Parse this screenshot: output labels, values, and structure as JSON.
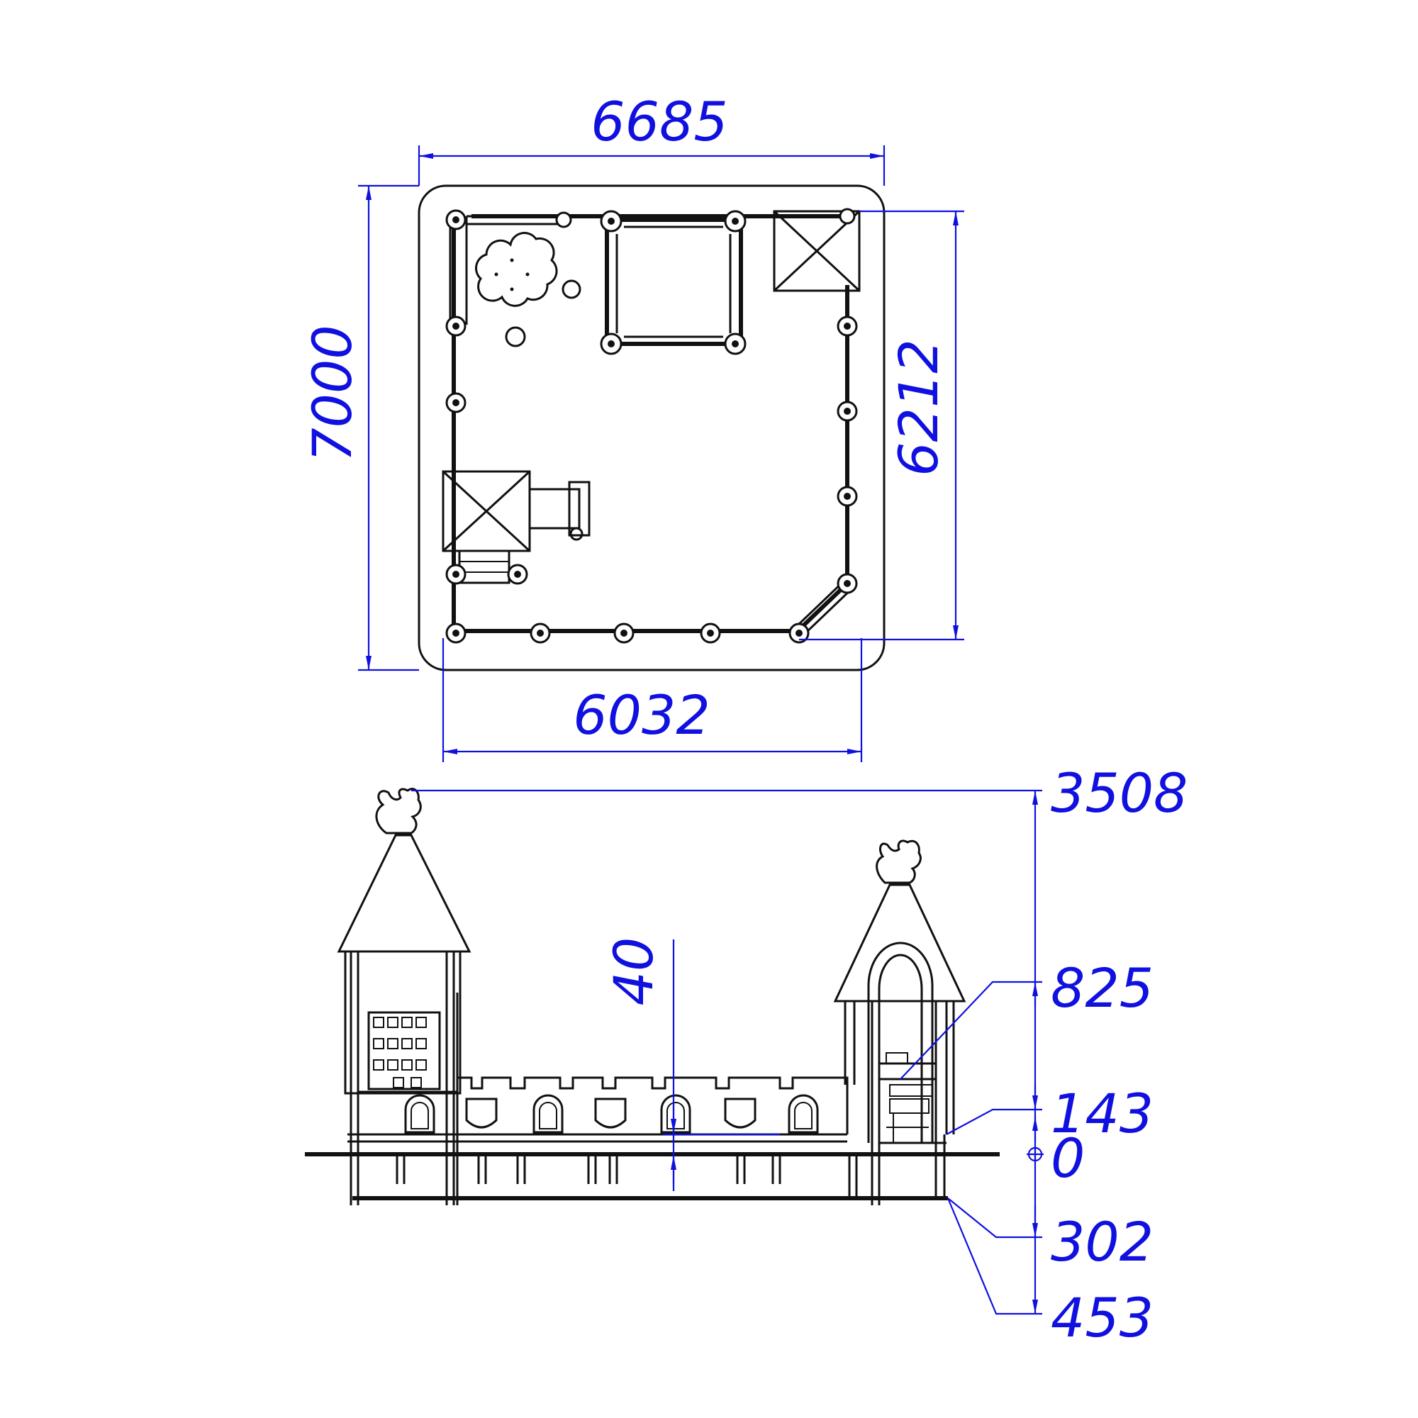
{
  "dimensions": {
    "plan_width_outer": "6685",
    "plan_height_outer": "7000",
    "plan_height_inner": "6212",
    "plan_width_inner": "6032",
    "height_total": "3508",
    "height_level_825": "825",
    "height_level_143": "143",
    "height_level_0": "0",
    "depth_302": "302",
    "depth_453": "453",
    "gap_40": "40"
  },
  "colors": {
    "dimension": "#1010e0",
    "object": "#111111"
  }
}
